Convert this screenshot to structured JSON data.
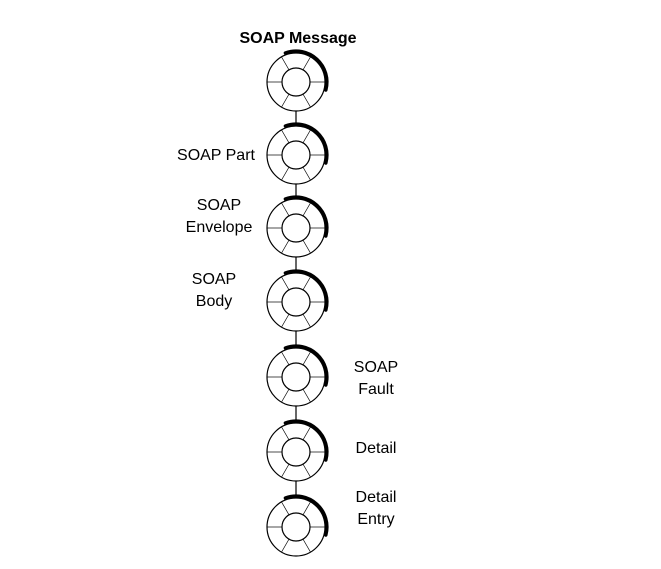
{
  "diagram": {
    "title": "SOAP Message",
    "nodes": [
      {
        "label": "SOAP Message"
      },
      {
        "label": "SOAP Part"
      },
      {
        "label": "SOAP\nEnvelope"
      },
      {
        "label": "SOAP\nBody"
      },
      {
        "label": "SOAP\nFault"
      },
      {
        "label": "Detail"
      },
      {
        "label": "Detail\nEntry"
      }
    ],
    "node_icon": "object-wheel-icon",
    "colors": {
      "stroke": "#000000",
      "background": "#ffffff"
    }
  }
}
